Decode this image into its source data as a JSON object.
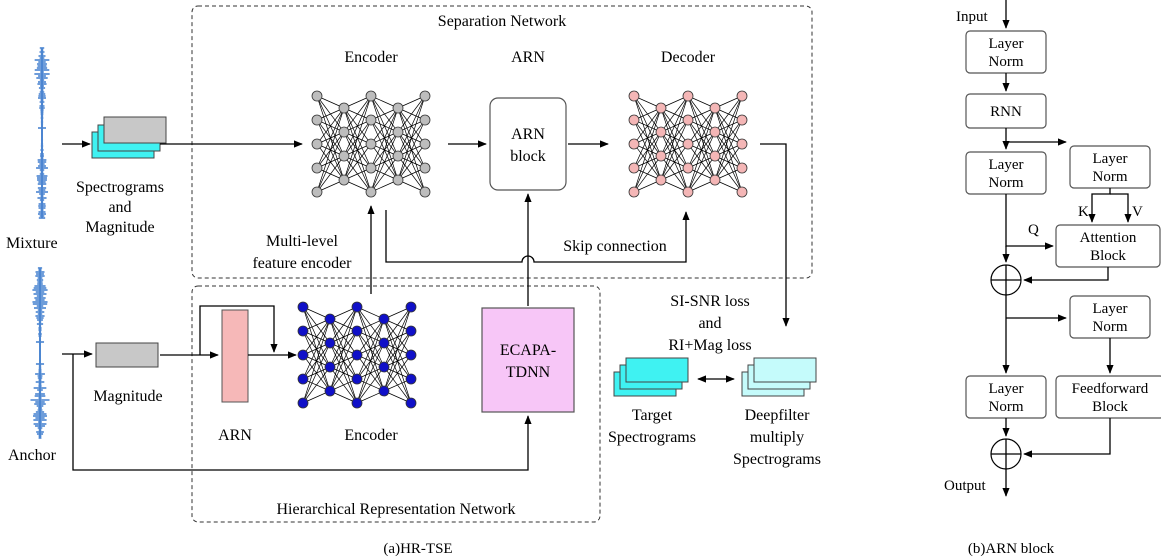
{
  "panel_a": {
    "caption": "(a)HR-TSE",
    "separation_network": "Separation Network",
    "hierarchical_network": "Hierarchical Representation Network",
    "encoder_top": "Encoder",
    "arn_top": "ARN",
    "decoder": "Decoder",
    "arn_block_l1": "ARN",
    "arn_block_l2": "block",
    "mixture": "Mixture",
    "anchor": "Anchor",
    "spectrograms_l1": "Spectrograms",
    "spectrograms_l2": "and",
    "spectrograms_l3": "Magnitude",
    "magnitude": "Magnitude",
    "arn_bottom": "ARN",
    "encoder_bottom": "Encoder",
    "multilevel_l1": "Multi-level",
    "multilevel_l2": "feature encoder",
    "skip_connection": "Skip connection",
    "ecapa_l1": "ECAPA-",
    "ecapa_l2": "TDNN",
    "loss_l1": "SI-SNR loss",
    "loss_l2": "and",
    "loss_l3": "RI+Mag loss",
    "target_l1": "Target",
    "target_l2": "Spectrograms",
    "deepfilter_l1": "Deepfilter",
    "deepfilter_l2": "multiply",
    "deepfilter_l3": "Spectrograms"
  },
  "panel_b": {
    "caption": "(b)ARN block",
    "input": "Input",
    "output": "Output",
    "layer_norm_1_l1": "Layer",
    "layer_norm_1_l2": "Norm",
    "rnn": "RNN",
    "layer_norm_2_l1": "Layer",
    "layer_norm_2_l2": "Norm",
    "layer_norm_3_l1": "Layer",
    "layer_norm_3_l2": "Norm",
    "attention_l1": "Attention",
    "attention_l2": "Block",
    "k": "K",
    "v": "V",
    "q": "Q",
    "layer_norm_4_l1": "Layer",
    "layer_norm_4_l2": "Norm",
    "layer_norm_5_l1": "Layer",
    "layer_norm_5_l2": "Norm",
    "feedforward_l1": "Feedforward",
    "feedforward_l2": "Block"
  },
  "colors": {
    "encoder_top_nodes": "#bdbdbd",
    "encoder_bottom_nodes": "#1010c8",
    "decoder_nodes": "#f4b6b6",
    "spectrogram_front": "#3ff2f2",
    "spectrogram_back": "#c8c8c8",
    "deepfilter_front": "#c5fbfb",
    "ecapa_fill": "#f7c6f7",
    "arn_bar_fill": "#f6b8b8",
    "magnitude_fill": "#c8c8c8",
    "waveform": "#2a6fc8"
  }
}
